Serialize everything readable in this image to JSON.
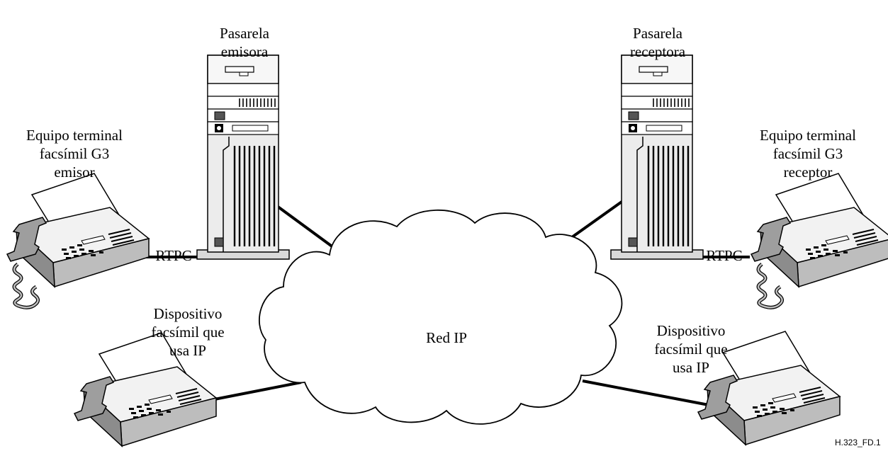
{
  "labels": {
    "gateway_tx": [
      "Pasarela",
      "emisora"
    ],
    "gateway_rx": [
      "Pasarela",
      "receptora"
    ],
    "fax_g3_tx": [
      "Equipo terminal",
      "facsímil G3",
      "emisor"
    ],
    "fax_g3_rx": [
      "Equipo terminal",
      "facsímil G3",
      "receptor"
    ],
    "pstn_left": "RTPC",
    "pstn_right": "RTPC",
    "ip_network": "Red IP",
    "ip_fax_left": [
      "Dispositivo",
      "facsímil que",
      "usa IP"
    ],
    "ip_fax_right": [
      "Dispositivo",
      "facsímil que",
      "usa IP"
    ],
    "figure_code": "H.323_FD.1"
  }
}
